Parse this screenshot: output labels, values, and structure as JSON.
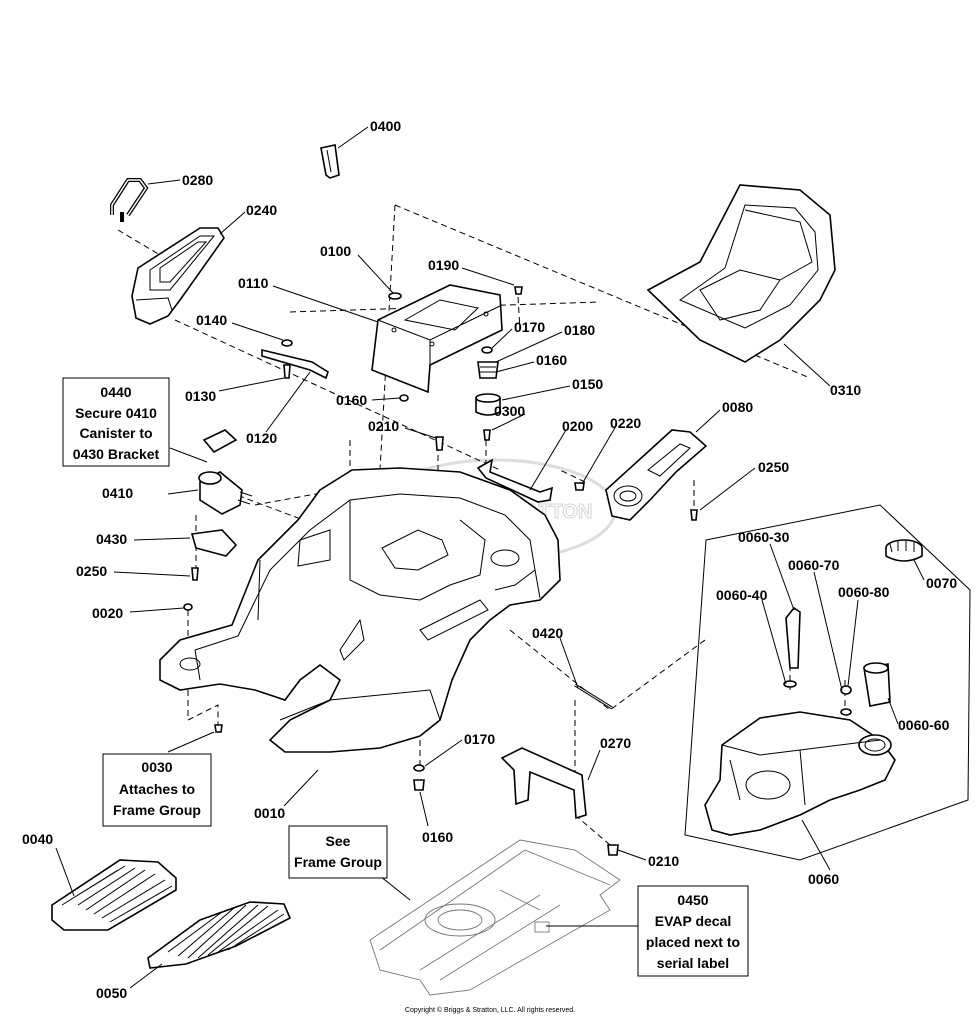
{
  "diagram": {
    "labels": {
      "p0400": "0400",
      "p0280": "0280",
      "p0240": "0240",
      "p0100": "0100",
      "p0190": "0190",
      "p0110": "0110",
      "p0140": "0140",
      "p0170a": "0170",
      "p0180": "0180",
      "p0160a": "0160",
      "p0150": "0150",
      "p0130": "0130",
      "p0160b": "0160",
      "p0310": "0310",
      "p0120": "0120",
      "p0210a": "0210",
      "p0300": "0300",
      "p0200": "0200",
      "p0220": "0220",
      "p0080": "0080",
      "p0410": "0410",
      "p0250a": "0250",
      "p0430": "0430",
      "p0250b": "0250",
      "p0020": "0020",
      "p0060_30": "0060-30",
      "p0060_70": "0060-70",
      "p0060_40": "0060-40",
      "p0060_80": "0060-80",
      "p0070": "0070",
      "p0420": "0420",
      "p0060_60": "0060-60",
      "p0170b": "0170",
      "p0270": "0270",
      "p0010": "0010",
      "p0160c": "0160",
      "p0210b": "0210",
      "p0060": "0060",
      "p0040": "0040",
      "p0050": "0050"
    },
    "callouts": {
      "note_0440": [
        "0440",
        "Secure 0410",
        "Canister to",
        "0430 Bracket"
      ],
      "note_0030": [
        "0030",
        "Attaches to",
        "Frame Group"
      ],
      "note_see_frame": [
        "See",
        "Frame Group"
      ],
      "note_0450": [
        "0450",
        "EVAP decal",
        "placed next to",
        "serial label"
      ]
    },
    "watermark": "BRIGGS&STRATTON",
    "copyright": "Copyright © Briggs & Stratton, LLC. All rights reserved."
  }
}
